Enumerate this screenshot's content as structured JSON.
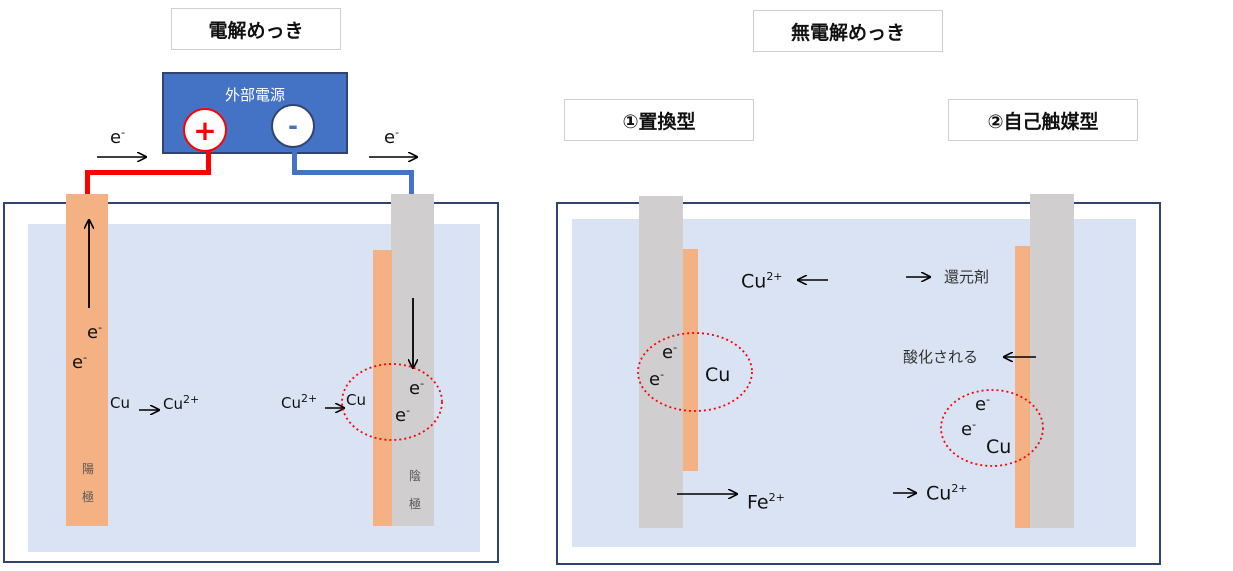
{
  "electroplating": {
    "title": "電解めっき",
    "power_supply_label": "外部電源",
    "plus_sign": "+",
    "minus_sign": "-",
    "electron": "e",
    "electron_charge": "-",
    "anode_label": "陽極",
    "cathode_label": "陰極",
    "cu_left": "Cu",
    "cu_ion_left": "Cu",
    "cu_ion_right": "Cu",
    "cu_right": "Cu",
    "ion_charge": "2+"
  },
  "electroless": {
    "title": "無電解めっき",
    "displacement_title": "①置換型",
    "autocatalytic_title": "②自己触媒型",
    "electron": "e",
    "electron_charge": "-",
    "cu": "Cu",
    "ion_charge": "2+",
    "fe": "Fe",
    "reducing_agent": "還元剤",
    "oxidized": "酸化される"
  },
  "colors": {
    "tank_border": "#2f4470",
    "liquid": "#dae3f3",
    "copper": "#f4b183",
    "substrate": "#d0cece",
    "power_supply": "#4472c4",
    "positive_wire": "#ff0000",
    "negative_wire": "#4472c4",
    "circle_marker": "#ff0000"
  }
}
